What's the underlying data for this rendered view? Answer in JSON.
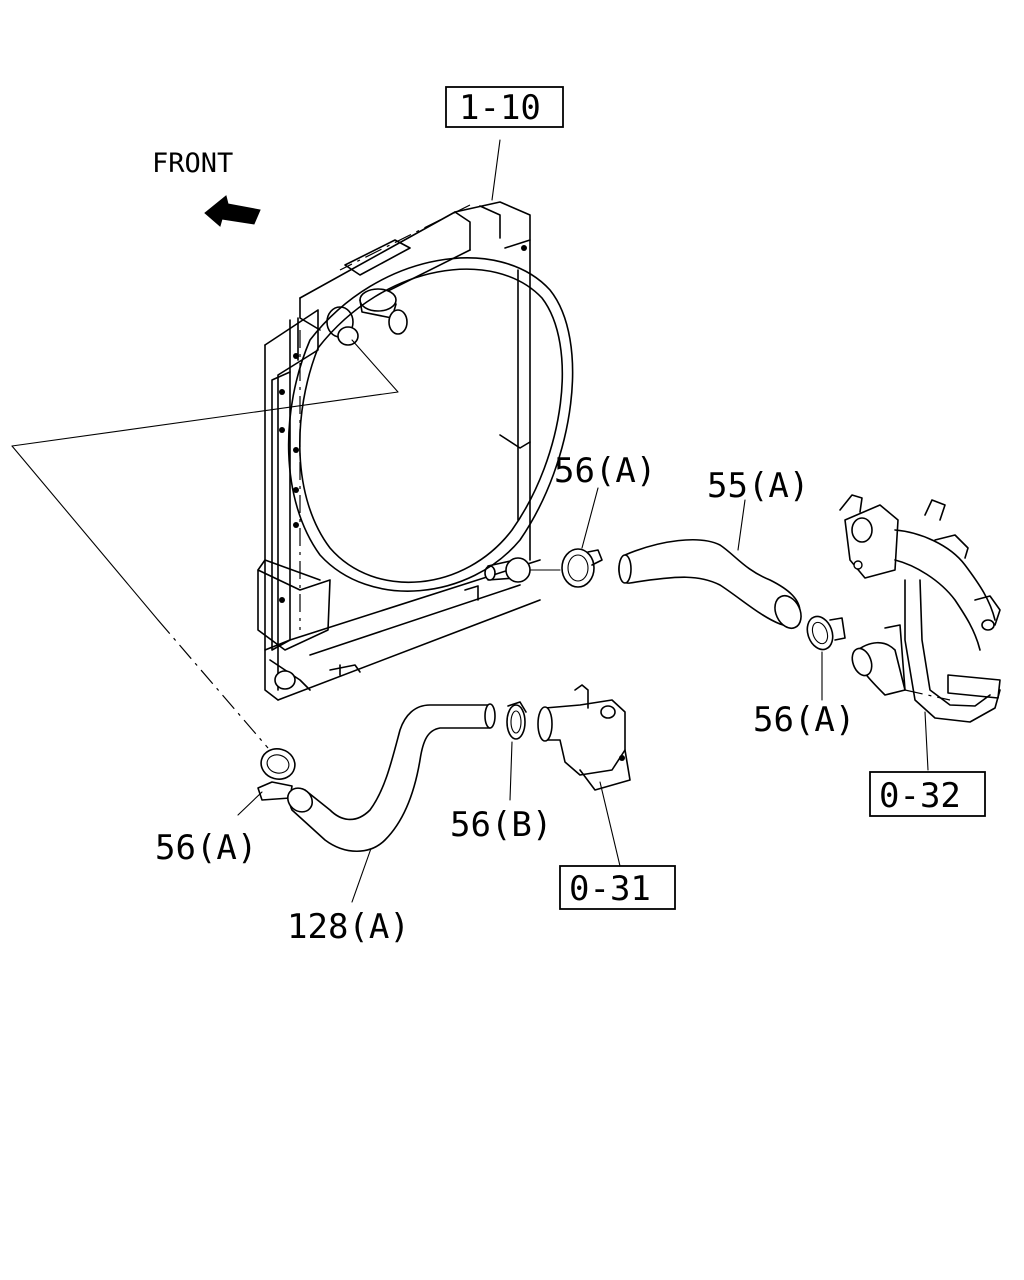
{
  "direction": {
    "label": "FRONT",
    "icon": "arrow-left-icon"
  },
  "group_refs": [
    {
      "id": "ref-1-10",
      "label": "1-10"
    },
    {
      "id": "ref-0-31",
      "label": "0-31"
    },
    {
      "id": "ref-0-32",
      "label": "0-32"
    }
  ],
  "callouts": [
    {
      "id": "clamp-upper",
      "label": "56(A)"
    },
    {
      "id": "hose-upper",
      "label": "55(A)"
    },
    {
      "id": "clamp-upper-right",
      "label": "56(A)"
    },
    {
      "id": "clamp-lower-left",
      "label": "56(A)"
    },
    {
      "id": "clamp-lower-b",
      "label": "56(B)"
    },
    {
      "id": "hose-lower",
      "label": "128(A)"
    }
  ]
}
